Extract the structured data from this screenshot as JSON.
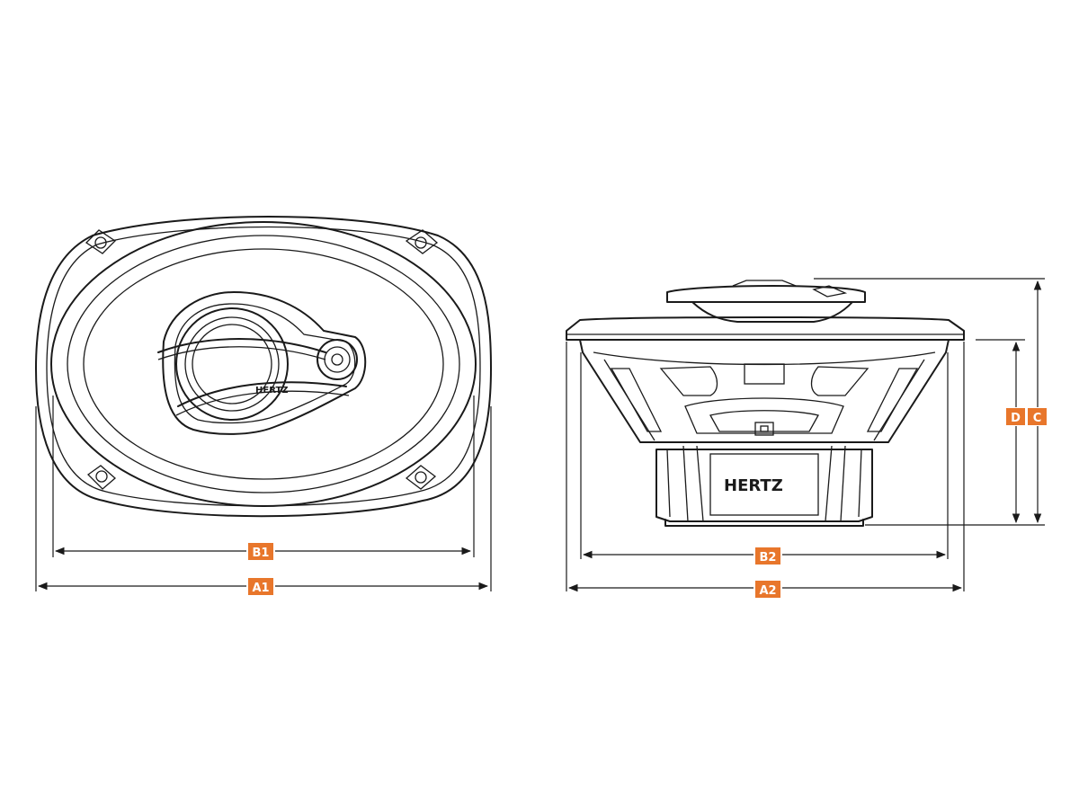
{
  "front_view": {
    "logo_text": "HERTZ",
    "dimension_labels": {
      "outer_width": "A1",
      "cutout_width": "B1"
    }
  },
  "side_view": {
    "logo_text": "HERTZ",
    "dimension_labels": {
      "outer_width": "A2",
      "cutout_width": "B2",
      "mount_depth": "D",
      "total_depth": "C"
    }
  },
  "colors": {
    "badge": "#e8762b",
    "ink": "#1a1a1a",
    "background": "#ffffff"
  }
}
